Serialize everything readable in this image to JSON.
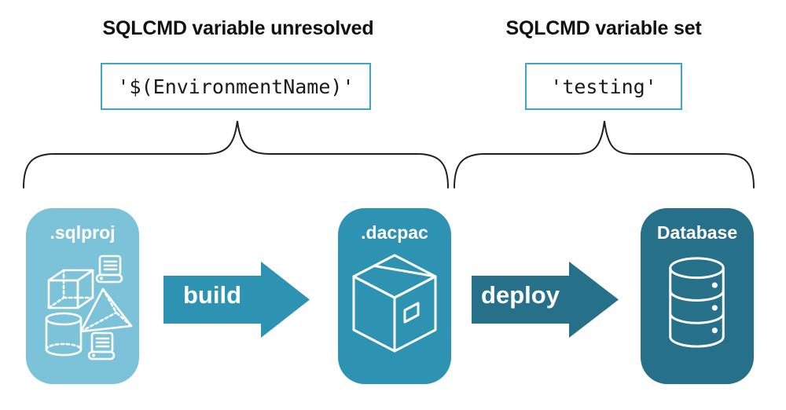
{
  "annotations": {
    "unresolved": {
      "title": "SQLCMD variable unresolved",
      "code": "'$(EnvironmentName)'"
    },
    "set": {
      "title": "SQLCMD variable set",
      "code": "'testing'"
    }
  },
  "stages": [
    {
      "id": "sqlproj",
      "label": ".sqlproj",
      "color": "#7cc3d9",
      "icon": "sql-objects-icon"
    },
    {
      "id": "dacpac",
      "label": ".dacpac",
      "color": "#2e93b2",
      "icon": "package-icon"
    },
    {
      "id": "database",
      "label": "Database",
      "color": "#26708a",
      "icon": "database-icon"
    }
  ],
  "arrows": [
    {
      "label": "build",
      "color": "#2e93b2"
    },
    {
      "label": "deploy",
      "color": "#26708a"
    }
  ],
  "colors": {
    "code_box_border": "#3ba7c5",
    "brace_stroke": "#1f1f1f",
    "icon_stroke": "#ffffff",
    "heading_text": "#111111",
    "code_text": "#1a1a1a",
    "background": "#ffffff"
  }
}
